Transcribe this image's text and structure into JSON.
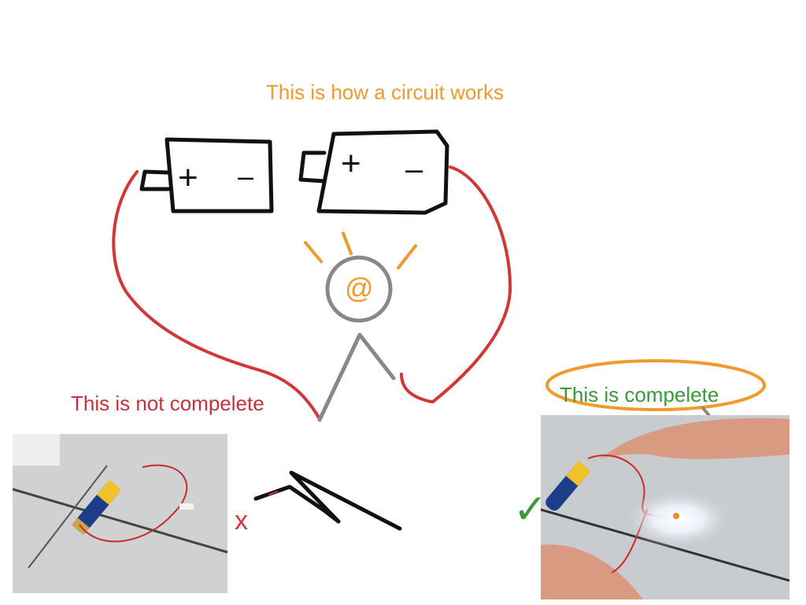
{
  "title": "This is how a circuit works",
  "incomplete_label": "This is not compelete",
  "complete_label": "This is compelete",
  "battery_symbols": {
    "plus": "+",
    "minus": "–"
  },
  "bulb_mark": "@",
  "cross_mark": "x",
  "check_mark": "✓",
  "colors": {
    "title": "#ef9a2a",
    "wire": "#d33636",
    "battery": "#111111",
    "bulb": "#888888",
    "glow": "#ef9a2a",
    "complete_text": "#3a9a3a",
    "incomplete_text": "#c9313a"
  },
  "photos": {
    "left": "photo-incomplete-circuit",
    "right": "photo-complete-circuit"
  }
}
